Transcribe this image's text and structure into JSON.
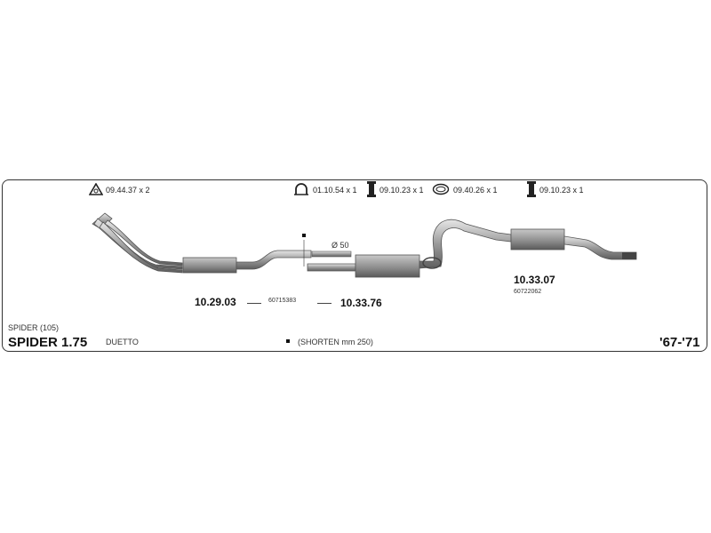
{
  "hardware": [
    {
      "label": "09.44.37 x 2",
      "icon": "triangle-gasket-icon"
    },
    {
      "label": "01.10.54 x 1",
      "icon": "u-bolt-clamp-icon"
    },
    {
      "label": "09.10.23 x 1",
      "icon": "hanger-mount-icon"
    },
    {
      "label": "09.40.26 x 1",
      "icon": "ring-gasket-icon"
    },
    {
      "label": "09.10.23 x 1",
      "icon": "hanger-mount-icon"
    }
  ],
  "parts": {
    "front_code": "10.29.03",
    "oem_1": "60715383",
    "middle_code": "10.33.76",
    "rear_code": "10.33.07",
    "oem_2": "60722062",
    "diameter": "Ø 50"
  },
  "footer": {
    "model_series": "SPIDER (105)",
    "model": "SPIDER 1.75",
    "variant": "DUETTO",
    "note": "(SHORTEN mm 250)",
    "years": "'67-'71"
  }
}
